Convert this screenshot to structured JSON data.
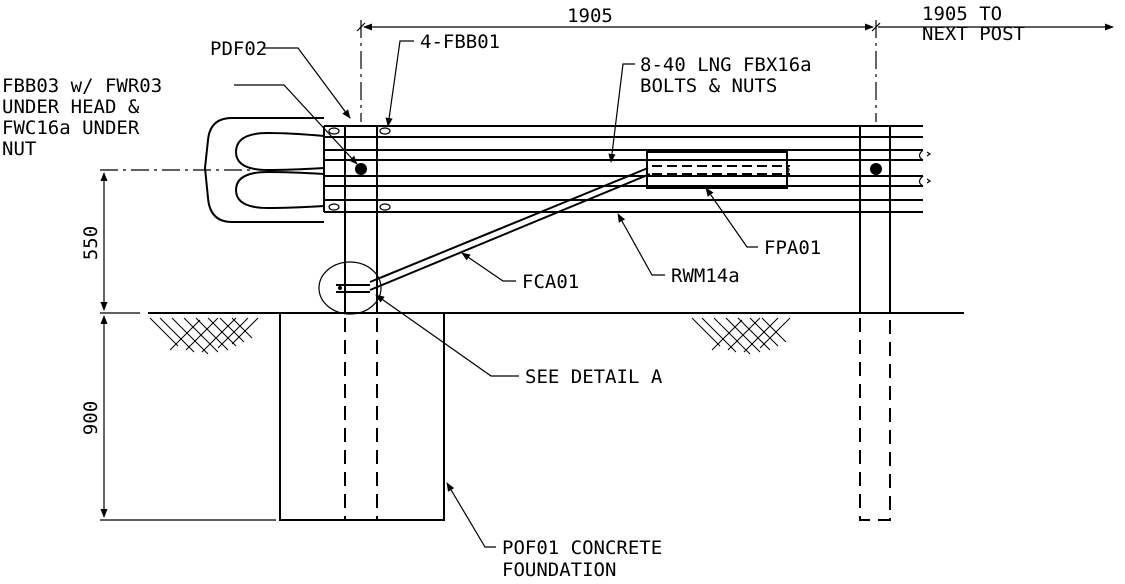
{
  "dimensions": {
    "post_spacing": "1905",
    "next_post": [
      "1905 TO",
      "NEXT POST"
    ],
    "rail_height": "550",
    "foundation_depth": "900"
  },
  "callouts": {
    "pdf02": "PDF02",
    "fbb01": "4-FBB01",
    "fbb03": [
      "FBB03 w/ FWR03",
      "UNDER HEAD &",
      "FWC16a UNDER",
      "NUT"
    ],
    "fbx16a": [
      "8-40 LNG FBX16a",
      "BOLTS & NUTS"
    ],
    "fpa01": "FPA01",
    "fca01": "FCA01",
    "rwm14a": "RWM14a",
    "detail_a": "SEE DETAIL A",
    "pof01": [
      "POF01 CONCRETE",
      "FOUNDATION"
    ]
  }
}
